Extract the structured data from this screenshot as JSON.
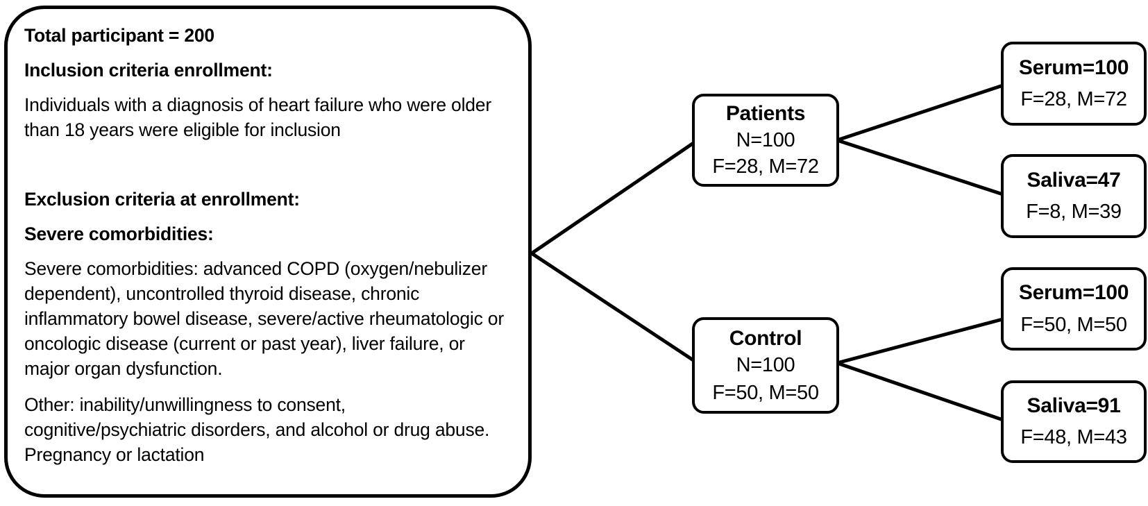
{
  "colors": {
    "background": "#ffffff",
    "border": "#000000",
    "text": "#000000"
  },
  "criteria": {
    "blocks": [
      {
        "style": "bold",
        "text": "Total participant = 200"
      },
      {
        "style": "bold",
        "text": "Inclusion criteria enrollment:"
      },
      {
        "style": "normal",
        "text": "Individuals with a diagnosis of heart failure who were older than 18 years were eligible for inclusion"
      },
      {
        "style": "bold",
        "text": "Exclusion criteria at enrollment:"
      },
      {
        "style": "bold",
        "text": "Severe comorbidities:"
      },
      {
        "style": "normal",
        "text": "Severe comorbidities: advanced COPD (oxygen/nebulizer dependent), uncontrolled thyroid disease, chronic inflammatory bowel disease, severe/active rheumatologic or oncologic disease (current or past year), liver failure, or major organ dysfunction."
      },
      {
        "style": "normal",
        "text": "Other: inability/unwillingness to consent, cognitive/psychiatric disorders, and alcohol or drug abuse. Pregnancy or lactation"
      }
    ]
  },
  "nodes": {
    "patients": {
      "title": "Patients",
      "count": "N=100",
      "sex": "F=28, M=72"
    },
    "control": {
      "title": "Control",
      "count": "N=100",
      "sex": "F=50, M=50"
    },
    "patients_serum": {
      "title": "Serum=100",
      "sex": "F=28, M=72"
    },
    "patients_saliva": {
      "title": "Saliva=47",
      "sex": "F=8, M=39"
    },
    "control_serum": {
      "title": "Serum=100",
      "sex": "F=50, M=50"
    },
    "control_saliva": {
      "title": "Saliva=91",
      "sex": "F=48, M=43"
    }
  }
}
